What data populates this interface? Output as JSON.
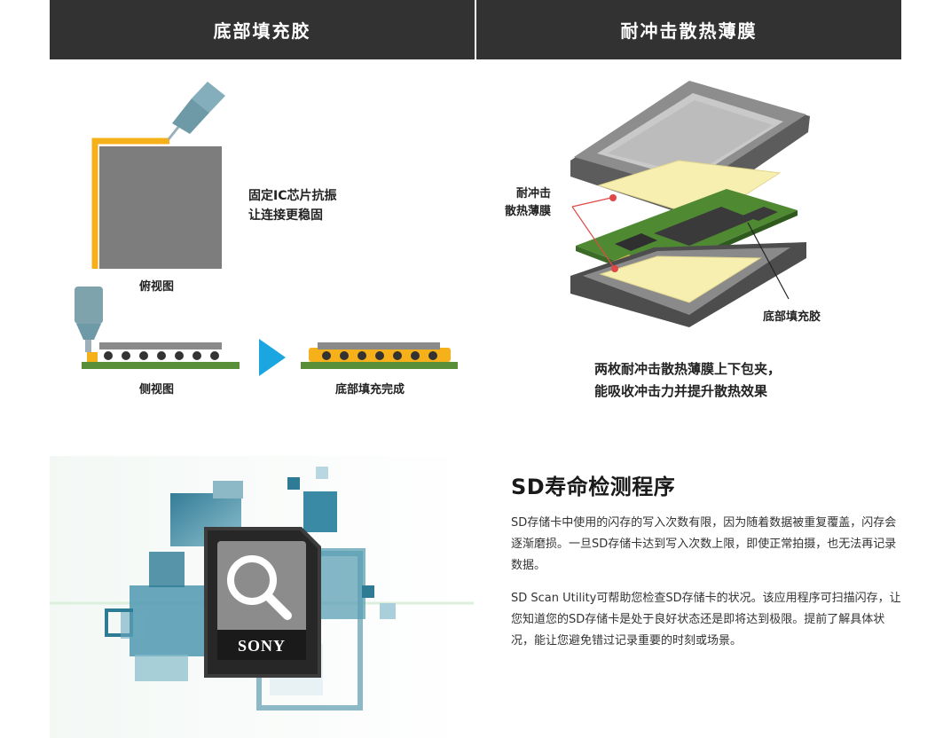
{
  "headers": {
    "left": "底部填充胶",
    "right": "耐冲击散热薄膜"
  },
  "left_panel": {
    "fix_caption_line1": "固定IC芯片抗振",
    "fix_caption_line2": "让连接更稳固",
    "top_view_label": "俯视图",
    "side_view_label": "侧视图",
    "done_label": "底部填充完成"
  },
  "right_panel": {
    "film_label_line1": "耐冲击",
    "film_label_line2": "散热薄膜",
    "underfill_label": "底部填充胶",
    "caption_line1": "两枚耐冲击散热薄膜上下包夹，",
    "caption_line2": "能吸收冲击力并提升散热效果"
  },
  "sd_section": {
    "title": "SD寿命检测程序",
    "paragraph1": "SD存储卡中使用的闪存的写入次数有限，因为随着数据被重复覆盖，闪存会逐渐磨损。一旦SD存储卡达到写入次数上限，即使正常拍摄，也无法再记录数据。",
    "paragraph2": "SD Scan Utility可帮助您检查SD存储卡的状况。该应用程序可扫描闪存，让您知道您的SD存储卡是处于良好状态还是即将达到极限。提前了解具体状况，能让您避免错过记录重要的时刻或场景。",
    "card_brand": "SONY"
  },
  "colors": {
    "header_bg": "#323232",
    "underfill_yellow": "#f6b019",
    "pcb_green": "#5a8f3a",
    "chip_gray": "#7d7d7d",
    "arrow_blue": "#1aa6e0",
    "film_yellow": "#f7efb0",
    "marker_red": "#e04848",
    "pixel_teal": "#2e7b96"
  },
  "icons": {
    "card_icon": "magnifier-icon",
    "play_arrow": "arrow-right-icon"
  }
}
